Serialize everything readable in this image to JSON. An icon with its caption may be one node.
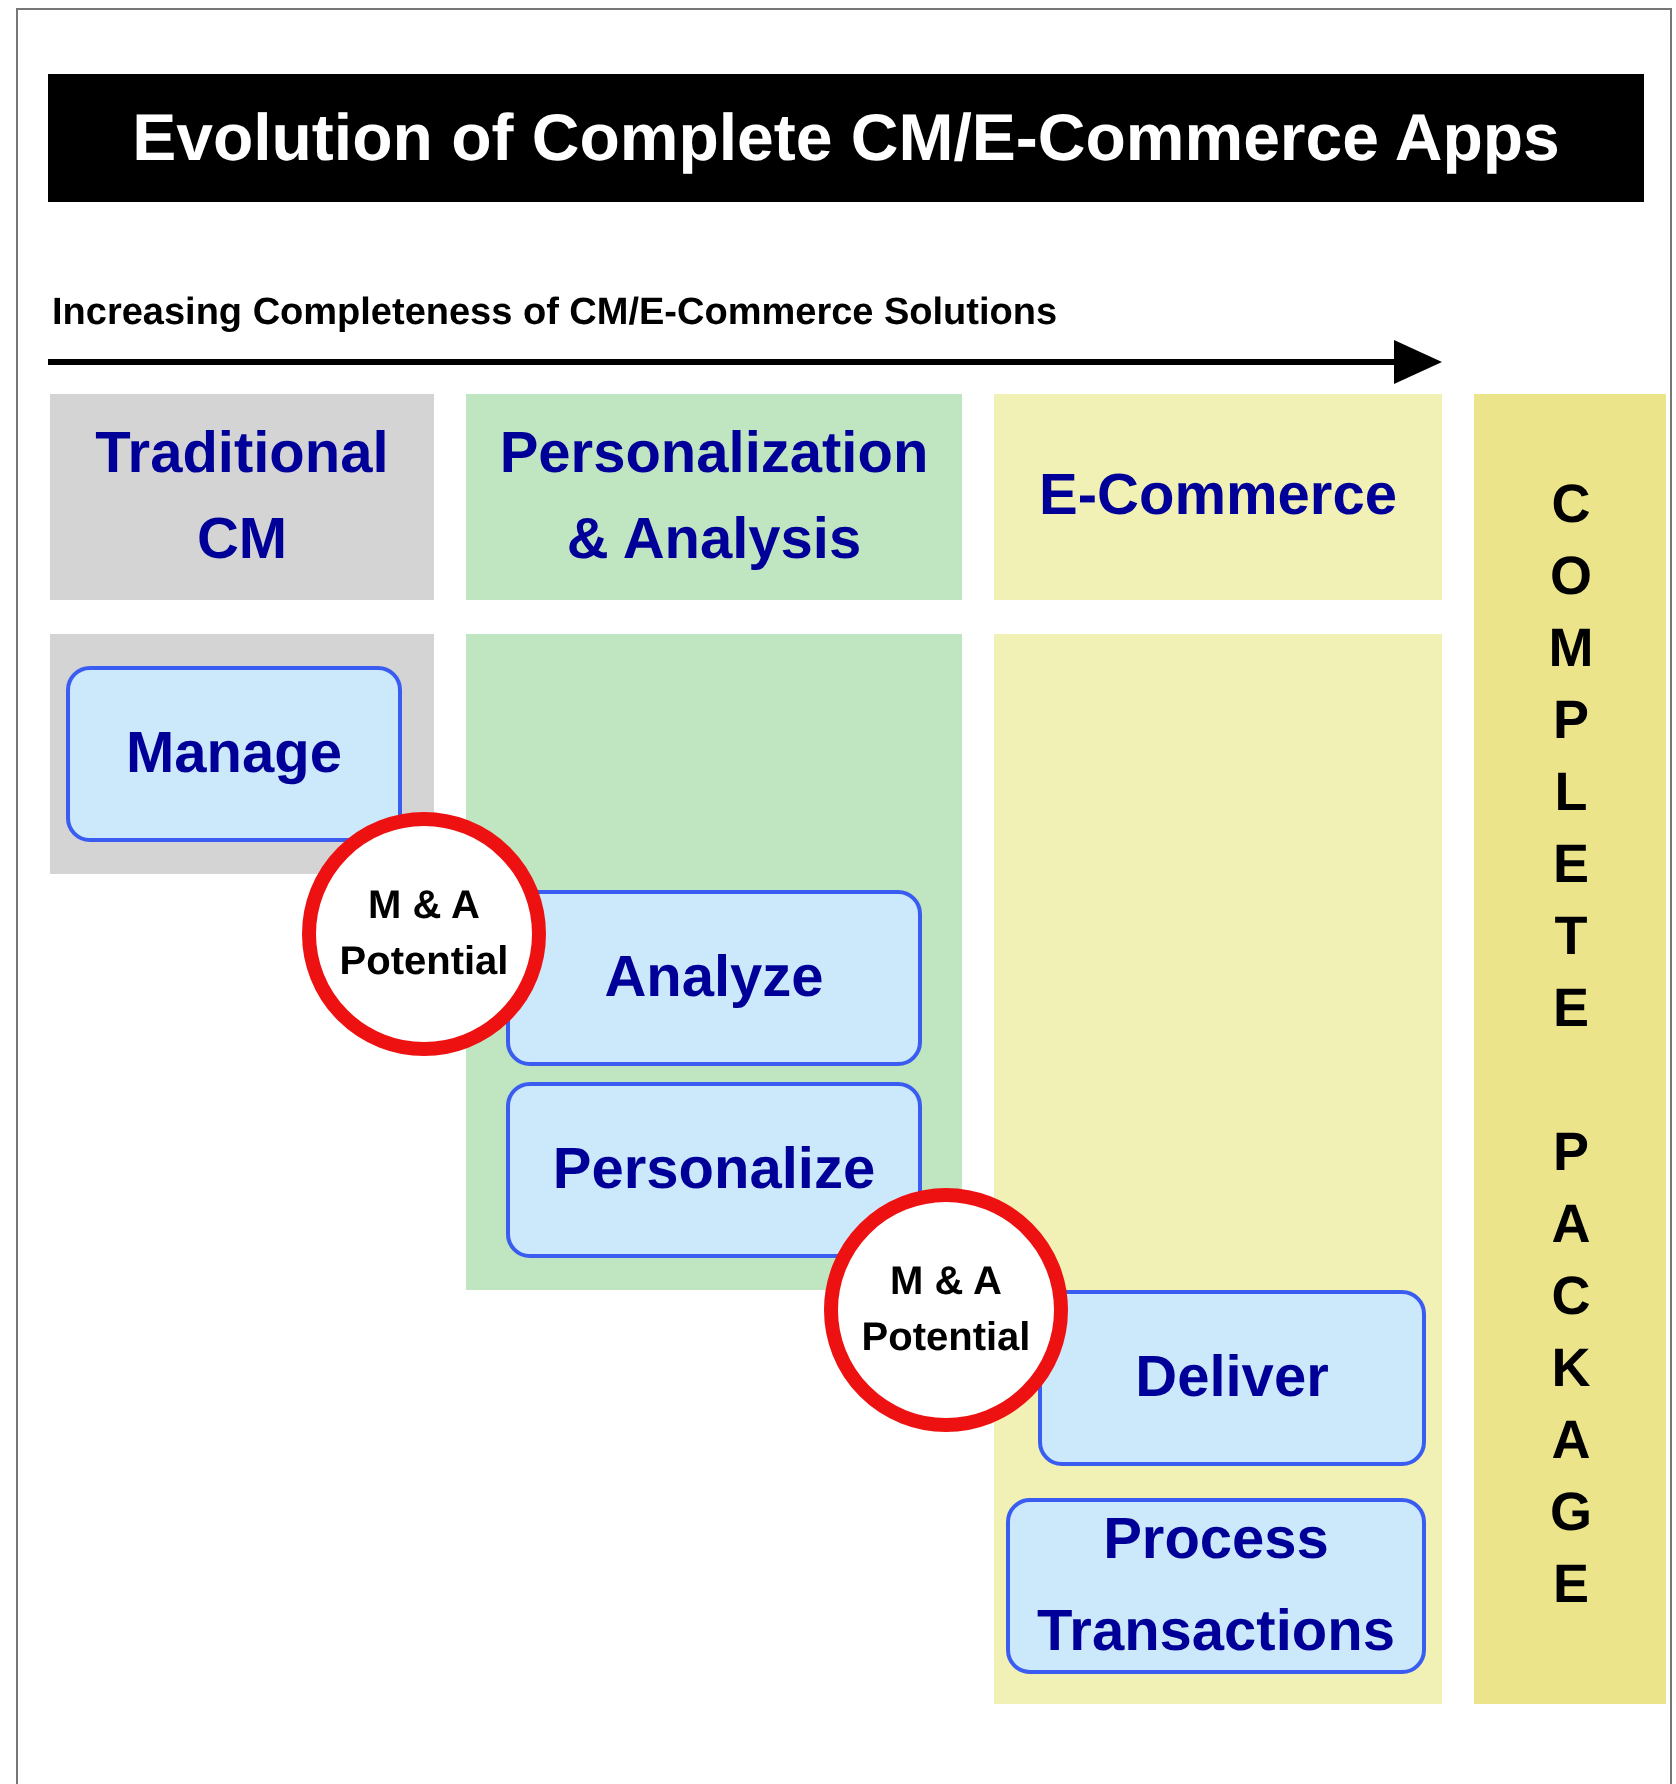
{
  "diagram": {
    "title": "Evolution of Complete CM/E-Commerce Apps",
    "nodes": [
      {
        "text": [
          "Traditional CM"
        ]
      },
      {
        "text": [
          "Personalization & Analysis"
        ]
      },
      {
        "text": [
          "E-Commerce"
        ]
      },
      {
        "text": [
          "COMPLETE PACKAGE"
        ]
      },
      {
        "text": [],
        "shape": "box"
      },
      {
        "text": [
          "Manage"
        ],
        "in": 4
      },
      {
        "text": [
          "M & A Potential"
        ]
      },
      {
        "text": [],
        "shape": "box"
      },
      {
        "text": [
          "Analyze"
        ],
        "in": 7
      },
      {
        "text": [
          "Personalize"
        ],
        "in": 7
      },
      {
        "text": [
          "M & A Potential"
        ]
      },
      {
        "text": [],
        "shape": "box"
      },
      {
        "text": [
          "Deliver"
        ],
        "in": 11
      },
      {
        "text": [
          "Process Transactions"
        ],
        "in": 11
      }
    ],
    "labels": [
      "Increasing Completeness of CM/E-Commerce Solutions"
    ]
  }
}
